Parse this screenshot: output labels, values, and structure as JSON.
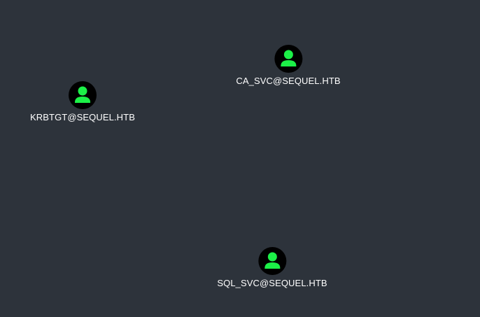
{
  "graph": {
    "background": "#2d333b",
    "node_icon_color": "#1cf048",
    "node_icon_bg": "#000000",
    "nodes": [
      {
        "label": "CA_SVC@SEQUEL.HTB",
        "type": "user",
        "icon": "user-icon"
      },
      {
        "label": "KRBTGT@SEQUEL.HTB",
        "type": "user",
        "icon": "user-icon"
      },
      {
        "label": "SQL_SVC@SEQUEL.HTB",
        "type": "user",
        "icon": "user-icon"
      }
    ]
  }
}
